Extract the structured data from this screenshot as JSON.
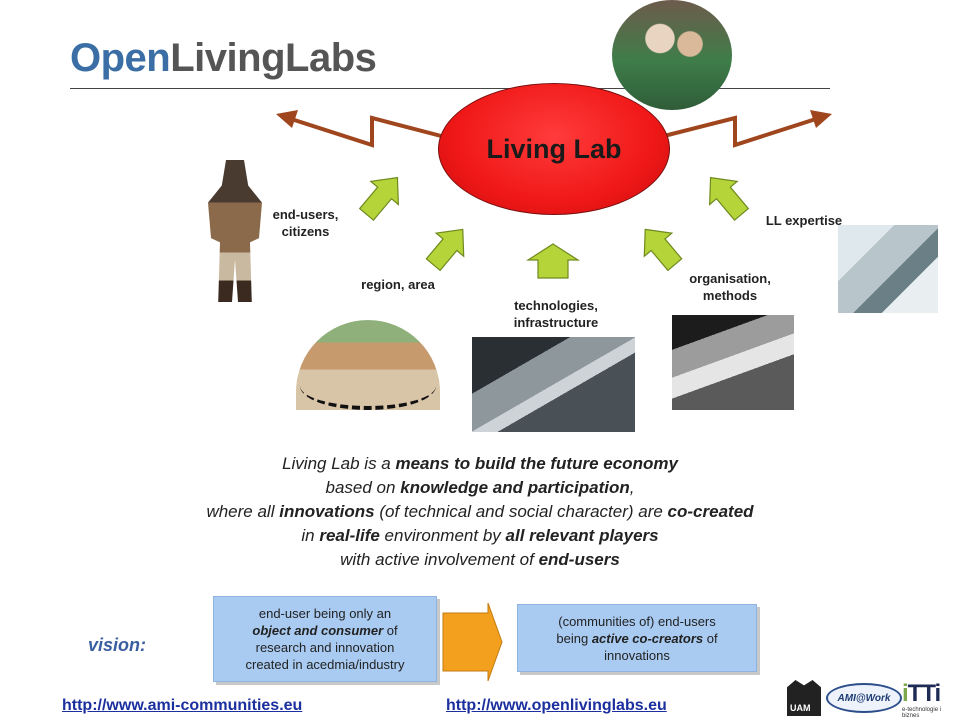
{
  "title": {
    "part_open": "Open",
    "part_rest": "LivingLabs"
  },
  "center": {
    "label": "Living Lab"
  },
  "factors": {
    "end_users": "end-users,\ncitizens",
    "region": "region, area",
    "technologies": "technologies,\ninfrastructure",
    "organisation": "organisation,\nmethods",
    "expertise": "LL expertise"
  },
  "statement": {
    "line1": {
      "a": "Living Lab is a ",
      "b": "means to build the future economy"
    },
    "line2": {
      "a": "based on ",
      "b": "knowledge and participation",
      "c": ","
    },
    "line3": {
      "a": "where all ",
      "b": "innovations",
      "c": " (of technical and social character) are ",
      "d": "co-created"
    },
    "line4": {
      "a": "in ",
      "b": "real-life",
      "c": " environment by ",
      "d": "all relevant players"
    },
    "line5": {
      "a": "with active involvement of ",
      "b": "end-users"
    }
  },
  "vision": {
    "label": "vision:",
    "current": {
      "l1": "end-user being only an",
      "l2_bold": "object and consumer",
      "l2_rest": " of",
      "l3": "research and innovation",
      "l4": "created in acedmia/industry"
    },
    "future": {
      "l1": "(communities of) end-users",
      "l2_a": "being ",
      "l2_bold": "active co-creators",
      "l2_c": " of",
      "l3": "innovations"
    }
  },
  "links": {
    "ami": "http://www.ami-communities.eu",
    "openlivinglabs": "http://www.openlivinglabs.eu"
  },
  "logos": {
    "uam": "UAM",
    "ami": "AMI@Work",
    "itti_i": "i",
    "itti_rest": "TTi",
    "itti_sub": "e-technologie i biznes"
  },
  "colors": {
    "title_accent": "#3a6ea5",
    "ellipse": "#f01818",
    "big_arrows": "#a0461e",
    "input_arrows": "#b5d43a",
    "vision_box": "#a9cbf2",
    "vision_arrow": "#f2a01e",
    "link": "#1b2f9e"
  }
}
